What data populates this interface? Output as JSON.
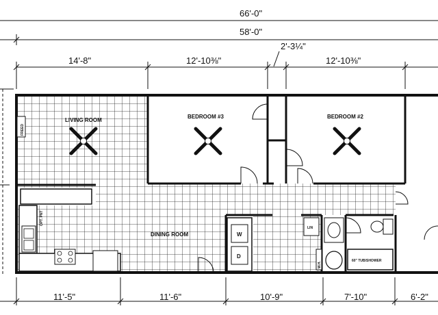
{
  "dimensions": {
    "overall": "66'-0\"",
    "body": "58'-0\"",
    "top_segments": [
      "14'-8\"",
      "12'-10⅜\"",
      "2'-3¼\"",
      "12'-10⅜\""
    ],
    "bottom_segments": [
      "11'-5\"",
      "11'-6\"",
      "10'-9\"",
      "7'-10\"",
      "6'-2\""
    ]
  },
  "rooms": {
    "living": "LIVING ROOM",
    "bedroom3": "BEDROOM #3",
    "bedroom2": "BEDROOM #2",
    "dining": "DINING ROOM"
  },
  "fixtures": {
    "fireplace": "FREED",
    "pantry": "OPT. PNT",
    "washer": "W",
    "dryer": "D",
    "tub": "60\" TUB/SHOWER",
    "linen": "LIN",
    "water_heater": "W.H."
  }
}
